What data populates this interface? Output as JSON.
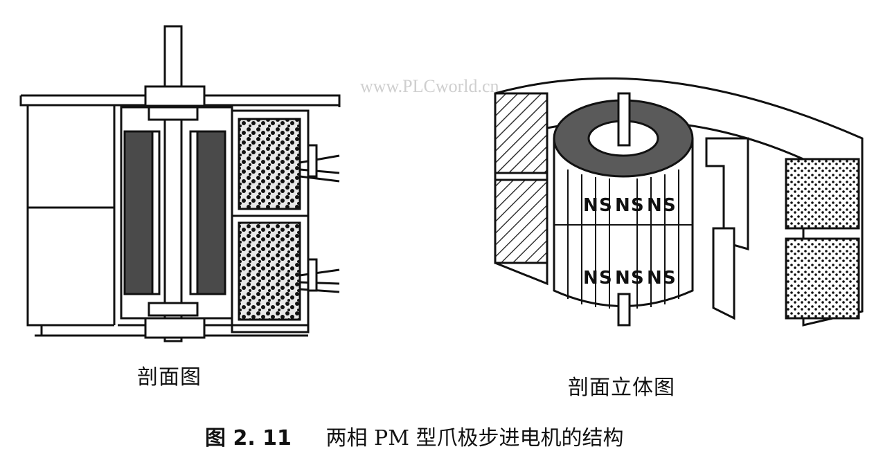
{
  "watermark": "www.PLCworld.cn",
  "figures": {
    "left_caption": "剖面图",
    "right_caption": "剖面立体图"
  },
  "figure_caption": {
    "number": "图 2. 11",
    "title": "两相 PM 型爪极步进电机的结构"
  },
  "rotor_pole_labels": [
    "N",
    "S",
    "N",
    "S",
    "N",
    "S"
  ],
  "colors": {
    "ink": "#111111",
    "hatch": "#333333",
    "magnet": "#4a4a4a"
  }
}
